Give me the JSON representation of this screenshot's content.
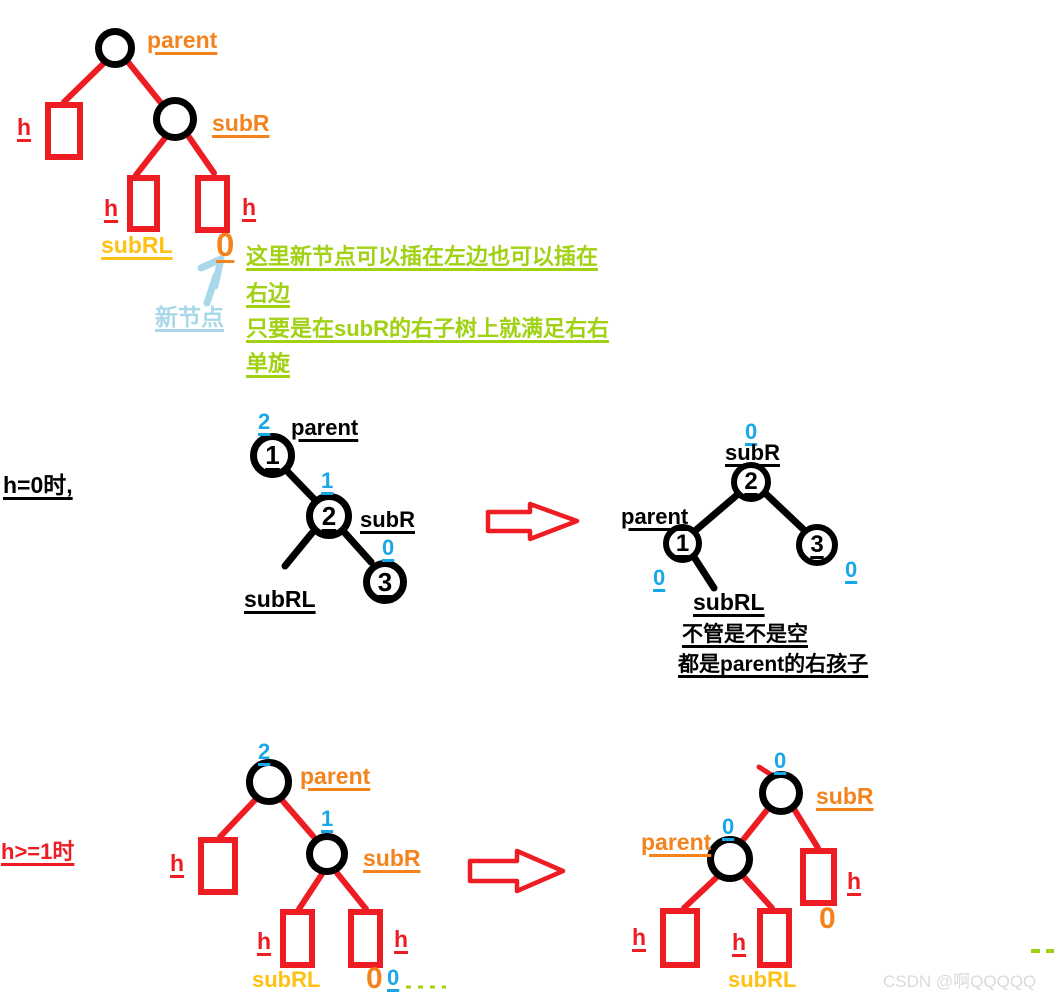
{
  "colors": {
    "red": "#EE1C23",
    "orange": "#F5831D",
    "gold": "#FFC114",
    "blue": "#1AA7E8",
    "green": "#A0D112",
    "light_blue": "#A9D8EA",
    "node_black": "#000000",
    "watermark_gray": "#DADADA"
  },
  "top": {
    "parent": "parent",
    "subR": "subR",
    "subRL": "subRL",
    "h_left": "h",
    "h_mid": "h",
    "h_right": "h",
    "zero": "0",
    "new_node": "新节点",
    "note_line1": "这里新节点可以插在左边也可以插在",
    "note_line2": "右边",
    "note_line3": "只要是在subR的右子树上就满足右右",
    "note_line4": "单旋"
  },
  "h0": {
    "title": "h=0时,",
    "before": {
      "parent_bf": "2",
      "parent": "parent",
      "parent_key": "1",
      "subR_bf": "1",
      "subR": "subR",
      "subR_key": "2",
      "right_bf": "0",
      "right_key": "3",
      "subRL": "subRL"
    },
    "after": {
      "subR_bf": "0",
      "subR": "subR",
      "subR_key": "2",
      "parent": "parent",
      "parent_key": "1",
      "parent_bf": "0",
      "right_key": "3",
      "right_bf": "0",
      "subRL": "subRL",
      "note_line1": "不管是不是空",
      "note_line2": "都是parent的右孩子"
    }
  },
  "h1": {
    "title": "h>=1时",
    "before": {
      "parent_bf": "2",
      "parent": "parent",
      "h_left": "h",
      "subR_bf": "1",
      "subR": "subR",
      "h_mid": "h",
      "h_right": "h",
      "subRL": "subRL",
      "zero_orange": "0",
      "zero_blue": "0"
    },
    "after": {
      "subR_bf": "0",
      "subR": "subR",
      "parent_bf": "0",
      "parent": "parent",
      "h_right": "h",
      "zero_orange": "0",
      "h_left": "h",
      "h_mid": "h",
      "subRL": "subRL"
    }
  },
  "watermark": "CSDN @啊QQQQQ"
}
